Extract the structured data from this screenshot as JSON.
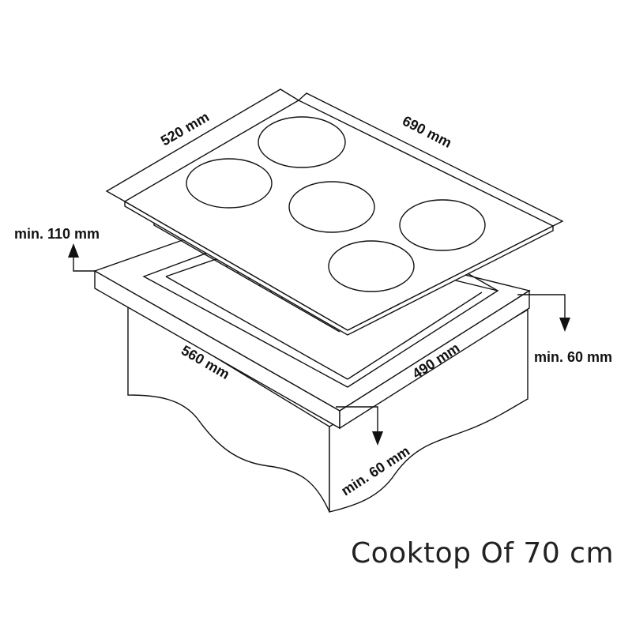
{
  "diagram": {
    "title": "Cooktop Of 70 cm",
    "labels": {
      "cooktop_depth": "520 mm",
      "cooktop_width": "690 mm",
      "cutout_width": "560 mm",
      "cutout_depth": "490 mm",
      "min_back": "min. 110 mm",
      "min_side": "min. 60 mm",
      "min_front": "min. 60 mm"
    }
  }
}
